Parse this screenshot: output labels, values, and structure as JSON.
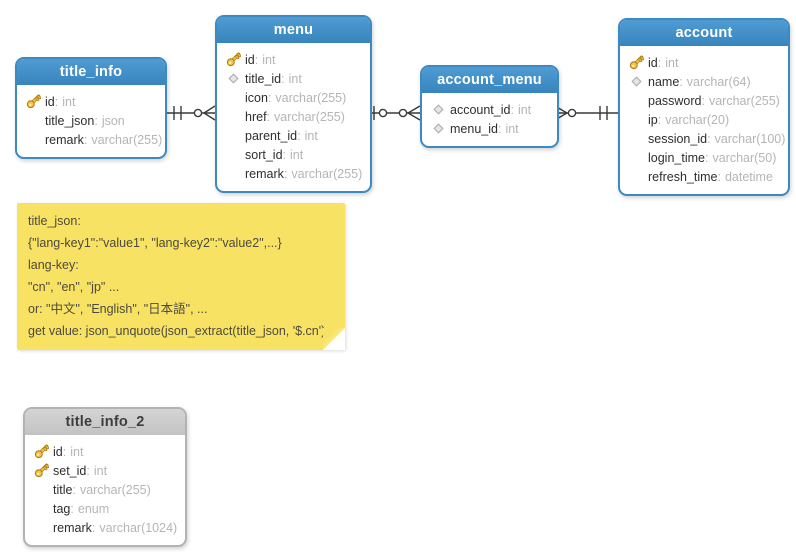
{
  "punct": {
    "colon": ":"
  },
  "tables": [
    {
      "name": "title_info",
      "header_style": "blue",
      "columns": [
        {
          "icon": "primary-key",
          "name": "id",
          "type": "int"
        },
        {
          "icon": "none",
          "name": "title_json",
          "type": "json"
        },
        {
          "icon": "none",
          "name": "remark",
          "type": "varchar(255)"
        }
      ]
    },
    {
      "name": "menu",
      "header_style": "blue",
      "columns": [
        {
          "icon": "primary-key",
          "name": "id",
          "type": "int"
        },
        {
          "icon": "foreign-key",
          "name": "title_id",
          "type": "int"
        },
        {
          "icon": "none",
          "name": "icon",
          "type": "varchar(255)"
        },
        {
          "icon": "none",
          "name": "href",
          "type": "varchar(255)"
        },
        {
          "icon": "none",
          "name": "parent_id",
          "type": "int"
        },
        {
          "icon": "none",
          "name": "sort_id",
          "type": "int"
        },
        {
          "icon": "none",
          "name": "remark",
          "type": "varchar(255)"
        }
      ]
    },
    {
      "name": "account_menu",
      "header_style": "blue",
      "columns": [
        {
          "icon": "foreign-key",
          "name": "account_id",
          "type": "int"
        },
        {
          "icon": "foreign-key",
          "name": "menu_id",
          "type": "int"
        }
      ]
    },
    {
      "name": "account",
      "header_style": "blue",
      "columns": [
        {
          "icon": "primary-key",
          "name": "id",
          "type": "int"
        },
        {
          "icon": "foreign-key",
          "name": "name",
          "type": "varchar(64)"
        },
        {
          "icon": "none",
          "name": "password",
          "type": "varchar(255)"
        },
        {
          "icon": "none",
          "name": "ip",
          "type": "varchar(20)"
        },
        {
          "icon": "none",
          "name": "session_id",
          "type": "varchar(100)"
        },
        {
          "icon": "none",
          "name": "login_time",
          "type": "varchar(50)"
        },
        {
          "icon": "none",
          "name": "refresh_time",
          "type": "datetime"
        }
      ]
    },
    {
      "name": "title_info_2",
      "header_style": "gray",
      "columns": [
        {
          "icon": "primary-key",
          "name": "id",
          "type": "int"
        },
        {
          "icon": "primary-key",
          "name": "set_id",
          "type": "int"
        },
        {
          "icon": "none",
          "name": "title",
          "type": "varchar(255)"
        },
        {
          "icon": "none",
          "name": "tag",
          "type": "enum"
        },
        {
          "icon": "none",
          "name": "remark",
          "type": "varchar(1024)"
        }
      ]
    }
  ],
  "note": {
    "lines": [
      "title_json:",
      "{\"lang-key1\":\"value1\", \"lang-key2\":\"value2\",...}",
      "lang-key:",
      "\"cn\", \"en\", \"jp\" ...",
      "or: \"中文\", \"English\", \"日本語\", ...",
      "get value: json_unquote(json_extract(title_json, '$.cn')"
    ]
  },
  "relationships": [
    {
      "from_table": "title_info",
      "from_cardinality": "one-and-only-one",
      "to_table": "menu",
      "to_cardinality": "zero-or-many"
    },
    {
      "from_table": "menu",
      "from_cardinality": "zero-or-one",
      "to_table": "account_menu",
      "to_cardinality": "zero-or-many"
    },
    {
      "from_table": "account_menu",
      "from_cardinality": "zero-or-many",
      "to_table": "account",
      "to_cardinality": "one-and-only-one"
    }
  ],
  "colors": {
    "header_blue": "#3c89c4",
    "header_gray": "#c9c9c9",
    "note_yellow": "#f8e264",
    "key_gold": "#f6c63d",
    "diamond_gray": "#e6e6e6",
    "relationship_line": "#3a3a3a"
  }
}
